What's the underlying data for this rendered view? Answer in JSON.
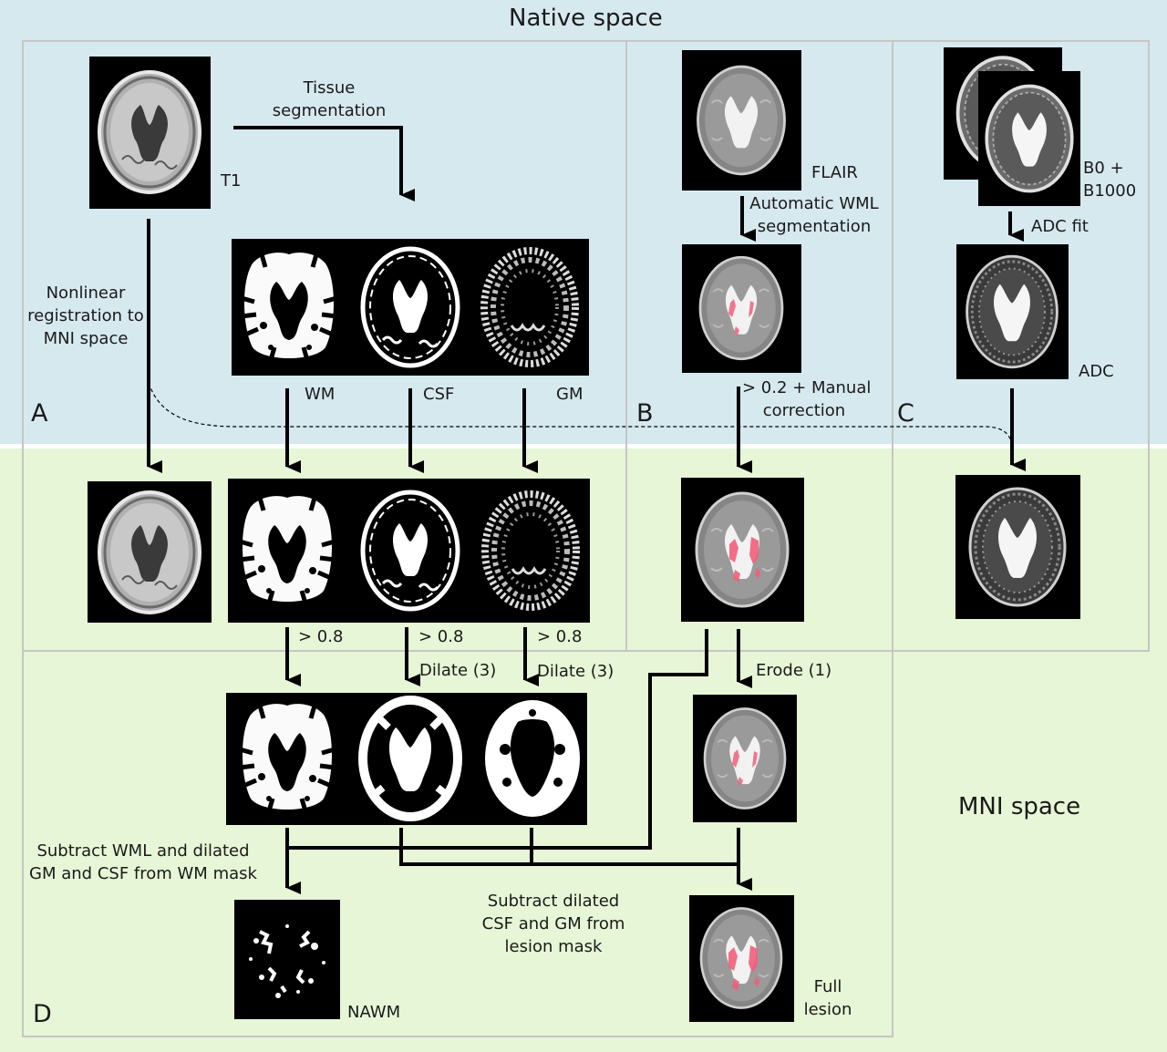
{
  "titles": {
    "native": "Native space",
    "mni": "MNI space"
  },
  "panels": {
    "a": "A",
    "b": "B",
    "c": "C",
    "d": "D"
  },
  "labels": {
    "t1": "T1",
    "tissue_seg": [
      "Tissue",
      "segmentation"
    ],
    "nonlinear": [
      "Nonlinear",
      "registration to",
      "MNI space"
    ],
    "wm": "WM",
    "csf": "CSF",
    "gm": "GM",
    "flair": "FLAIR",
    "auto_wml": [
      "Automatic WML",
      "segmentation"
    ],
    "threshold_manual": [
      "> 0.2 + Manual",
      "correction"
    ],
    "b0_b1000": [
      "B0 +",
      "B1000"
    ],
    "adc_fit": "ADC fit",
    "adc": "ADC",
    "thr_wm": "> 0.8",
    "thr_csf": "> 0.8",
    "thr_gm": "> 0.8",
    "dilate_csf": "Dilate (3)",
    "dilate_gm": "Dilate (3)",
    "erode": "Erode (1)",
    "subtract_wm": [
      "Subtract WML and dilated",
      "GM and CSF from WM mask"
    ],
    "subtract_lesion": [
      "Subtract dilated",
      "CSF and GM from",
      "lesion mask"
    ],
    "nawm": "NAWM",
    "full_lesion": [
      "Full",
      "lesion"
    ]
  },
  "colors": {
    "native_bg": "#d6e9ef",
    "mni_bg": "#e6f6d6",
    "lesion": "#f0607a",
    "panel_border": "#c6c6c6"
  }
}
